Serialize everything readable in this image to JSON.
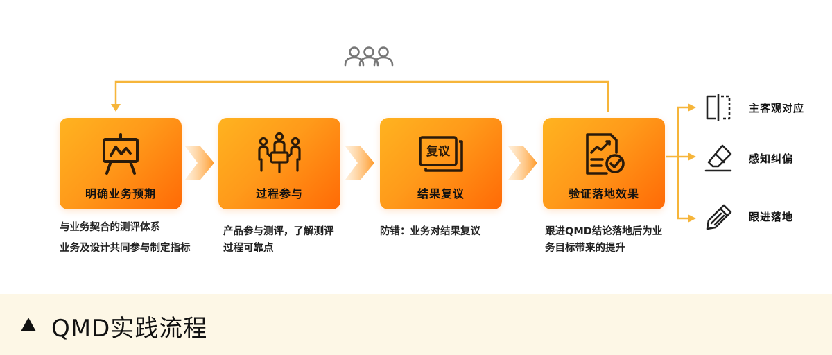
{
  "steps": [
    {
      "label": "明确业务预期",
      "icon": "presentation-board-icon"
    },
    {
      "label": "过程参与",
      "icon": "meeting-people-icon"
    },
    {
      "label": "结果复议",
      "icon": "review-card-icon",
      "icon_text": "复议"
    },
    {
      "label": "验证落地效果",
      "icon": "report-check-icon"
    }
  ],
  "descriptions": [
    [
      "与业务契合的测评体系",
      "业务及设计共同参与制定指标"
    ],
    [
      "产品参与测评，了解测评过程可靠点"
    ],
    [
      "防错：业务对结果复议"
    ],
    [
      "跟进QMD结论落地后为业务目标带来的提升"
    ]
  ],
  "outcomes": [
    {
      "label": "主客观对应",
      "icon": "split-panel-icon"
    },
    {
      "label": "感知纠偏",
      "icon": "eraser-icon"
    },
    {
      "label": "跟进落地",
      "icon": "pen-edit-icon"
    }
  ],
  "footer": {
    "title": "QMD实践流程"
  },
  "colors": {
    "accent": "#ff8a00",
    "loop": "#f6b53a",
    "icon_gray": "#777777"
  }
}
